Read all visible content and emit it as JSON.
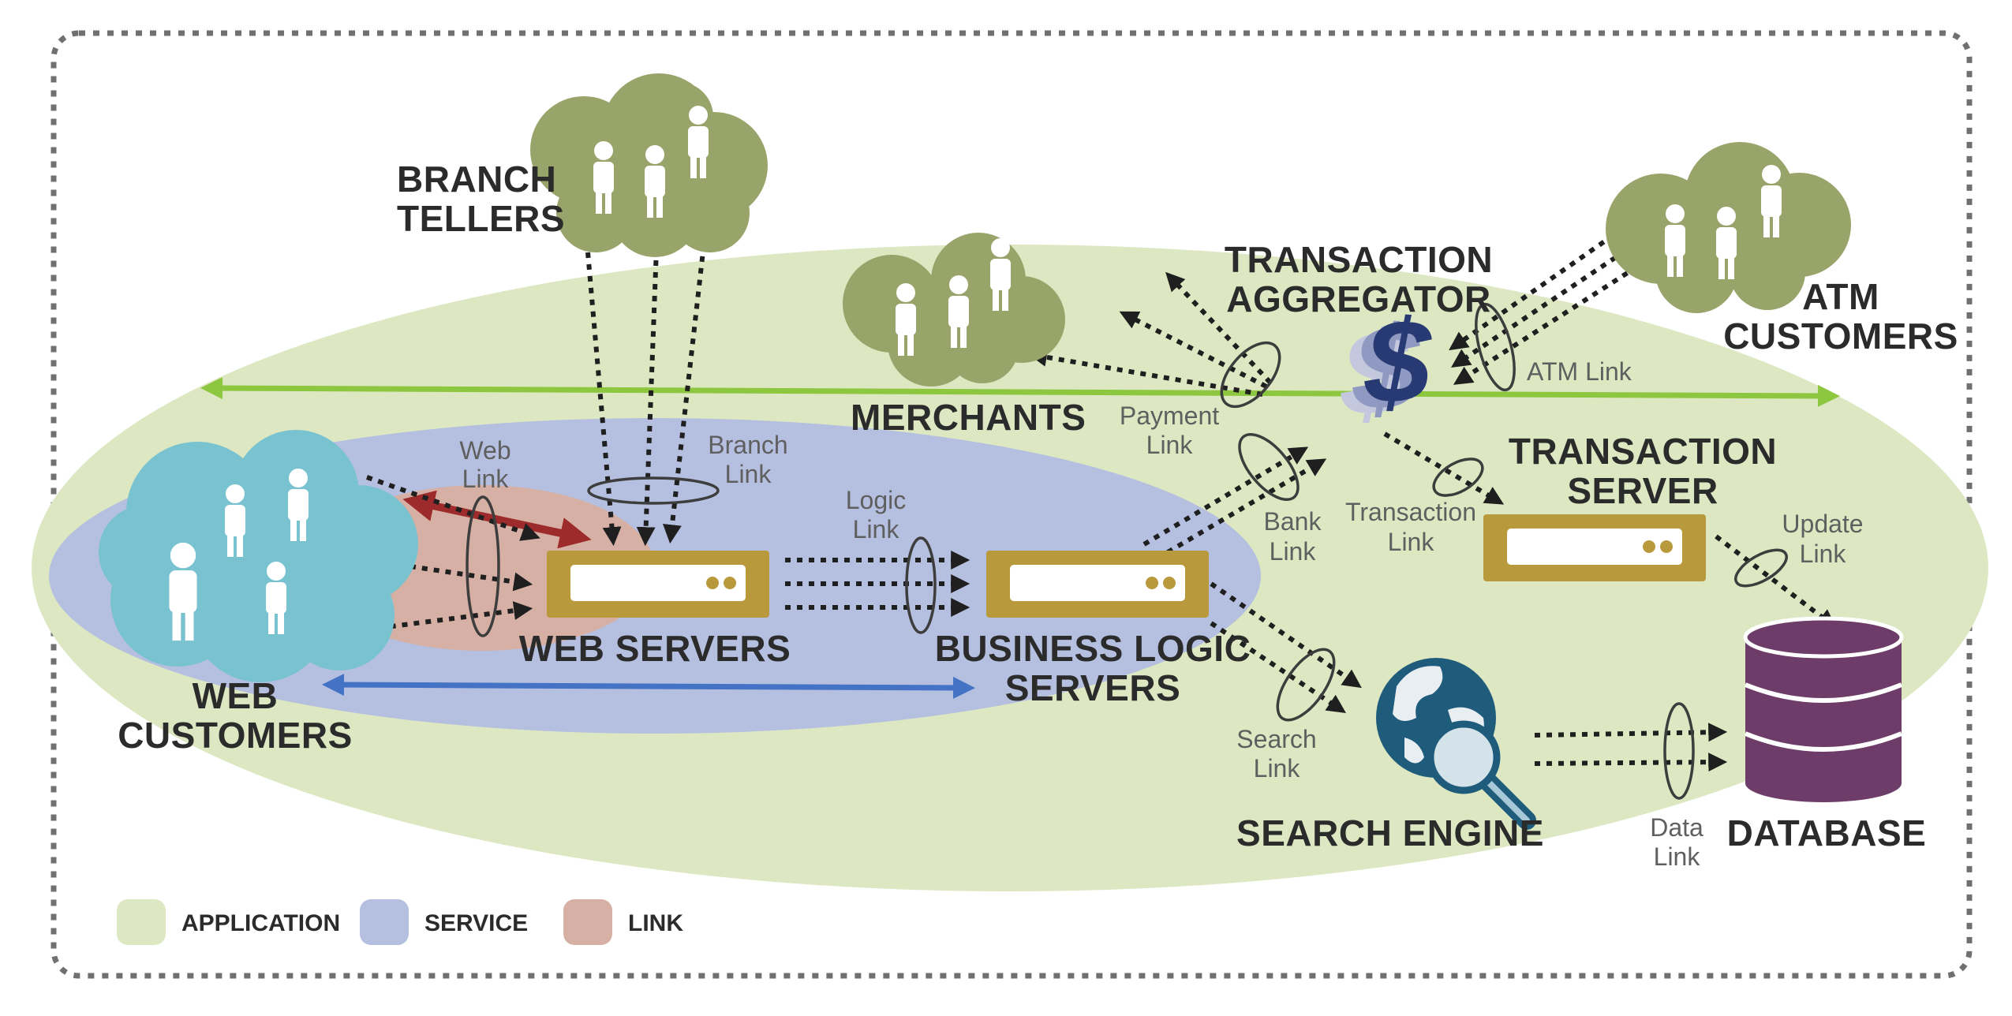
{
  "nodes": {
    "branch_tellers": [
      "BRANCH",
      "TELLERS"
    ],
    "merchants": "MERCHANTS",
    "transaction_aggregator": [
      "TRANSACTION",
      "AGGREGATOR"
    ],
    "atm_customers": [
      "ATM",
      "CUSTOMERS"
    ],
    "transaction_server": [
      "TRANSACTION",
      "SERVER"
    ],
    "web_servers": "WEB SERVERS",
    "business_logic_servers": [
      "BUSINESS LOGIC",
      "SERVERS"
    ],
    "web_customers": [
      "WEB",
      "CUSTOMERS"
    ],
    "search_engine": "SEARCH ENGINE",
    "database": "DATABASE",
    "dollar_symbol": "$"
  },
  "links": {
    "web": [
      "Web",
      "Link"
    ],
    "branch": [
      "Branch",
      "Link"
    ],
    "logic": [
      "Logic",
      "Link"
    ],
    "payment": [
      "Payment",
      "Link"
    ],
    "bank": [
      "Bank",
      "Link"
    ],
    "transaction": [
      "Transaction",
      "Link"
    ],
    "atm": "ATM Link",
    "update": [
      "Update",
      "Link"
    ],
    "search": [
      "Search",
      "Link"
    ],
    "data": [
      "Data",
      "Link"
    ]
  },
  "legend": [
    {
      "label": "APPLICATION",
      "color": "#dde8c2"
    },
    {
      "label": "SERVICE",
      "color": "#b5c0e0"
    },
    {
      "label": "LINK",
      "color": "#d6b0a5"
    }
  ],
  "colors": {
    "application": "#dde8c2",
    "service": "#b5c0e0",
    "link": "#d6b0a5",
    "user_cloud": "#98a469",
    "web_cloud": "#79c2cf",
    "server": "#b89a3d",
    "database": "#6d3c68",
    "arrow_green": "#8dc63f",
    "arrow_blue": "#4472c4",
    "arrow_red": "#9e2b2b",
    "dollar": "#283a73"
  }
}
